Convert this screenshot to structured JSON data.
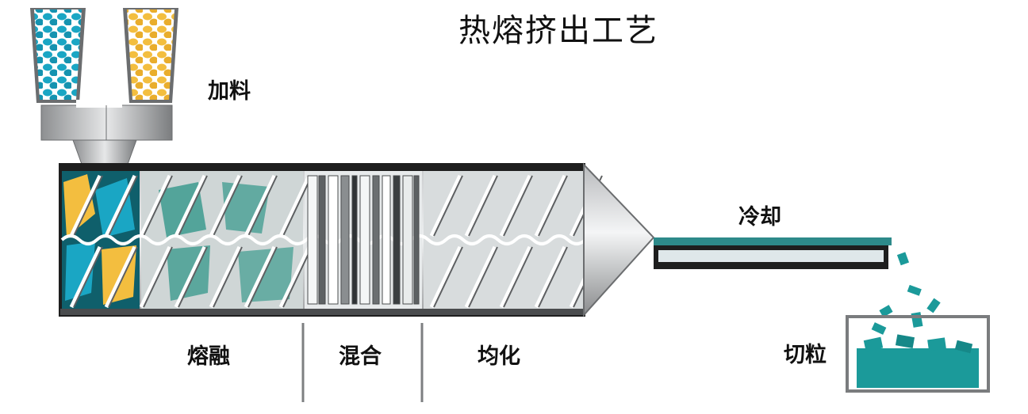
{
  "title": "热熔挤出工艺",
  "labels": {
    "feed": "加料",
    "cool": "冷却",
    "melt": "熔融",
    "mix": "混合",
    "homogenize": "均化",
    "cut": "切粒"
  },
  "colors": {
    "blue_particles": "#1aa6c4",
    "yellow_particles": "#f3be3f",
    "teal_melt": "#1f8f8c",
    "barrel_steel": "#9a9c9e",
    "barrel_dark": "#1e1e1e",
    "cooling_bath": "#2d8a8a",
    "pellet_teal": "#1b9a9a"
  }
}
